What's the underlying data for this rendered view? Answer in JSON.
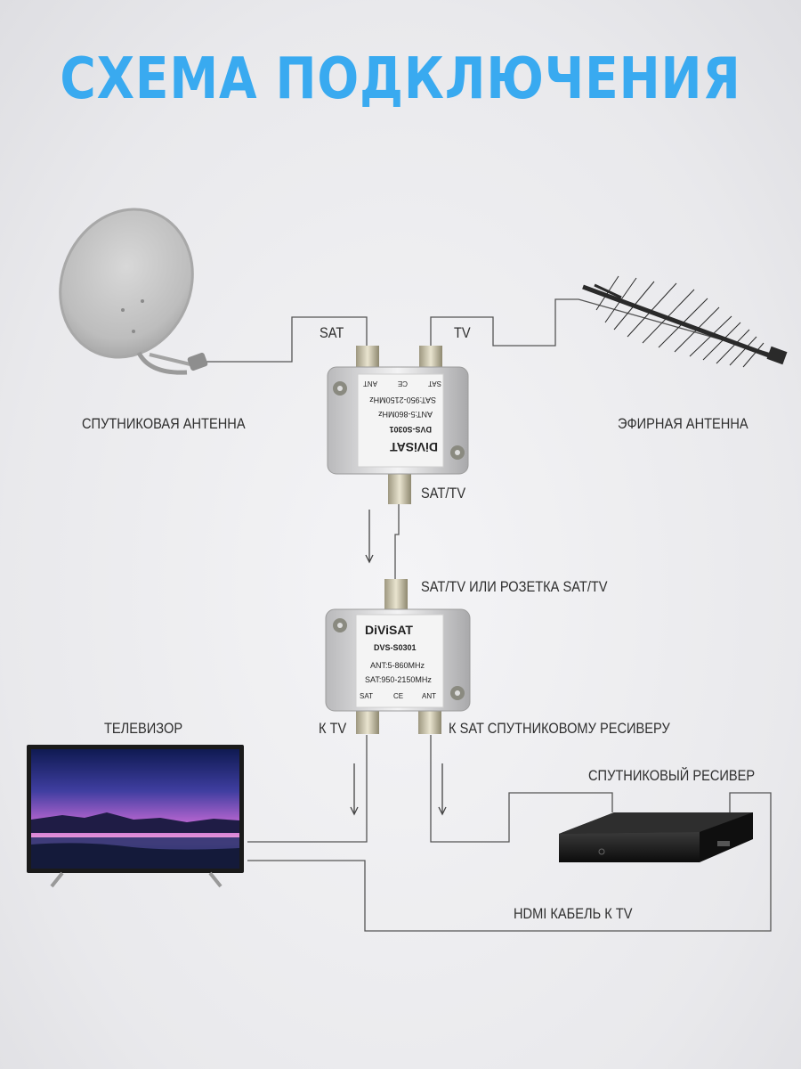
{
  "title": "СХЕМА ПОДКЛЮЧЕНИЯ",
  "colors": {
    "title": "#39aaf0",
    "wire": "#555555",
    "text": "#2e2e2e"
  },
  "labels": {
    "sat": "SAT",
    "tv": "TV",
    "satellite_antenna": "СПУТНИКОВАЯ АНТЕННА",
    "air_antenna": "ЭФИРНАЯ АНТЕННА",
    "sat_tv": "SAT/TV",
    "sat_tv_socket": "SAT/TV ИЛИ РОЗЕТКА SAT/TV",
    "tv_set": "ТЕЛЕВИЗОР",
    "to_tv": "К TV",
    "to_sat_receiver": "К SAT СПУТНИКОВОМУ РЕСИВЕРУ",
    "satellite_receiver": "СПУТНИКОВЫЙ РЕСИВЕР",
    "hdmi_cable": "HDMI КАБЕЛЬ К TV"
  },
  "diplexer": {
    "brand": "DiViSAT",
    "model": "DVS-S0301",
    "ant_range": "ANT:5-860MHz",
    "sat_range": "SAT:950-2150MHz",
    "port_sat": "SAT",
    "port_ant": "ANT",
    "ce": "CE"
  }
}
